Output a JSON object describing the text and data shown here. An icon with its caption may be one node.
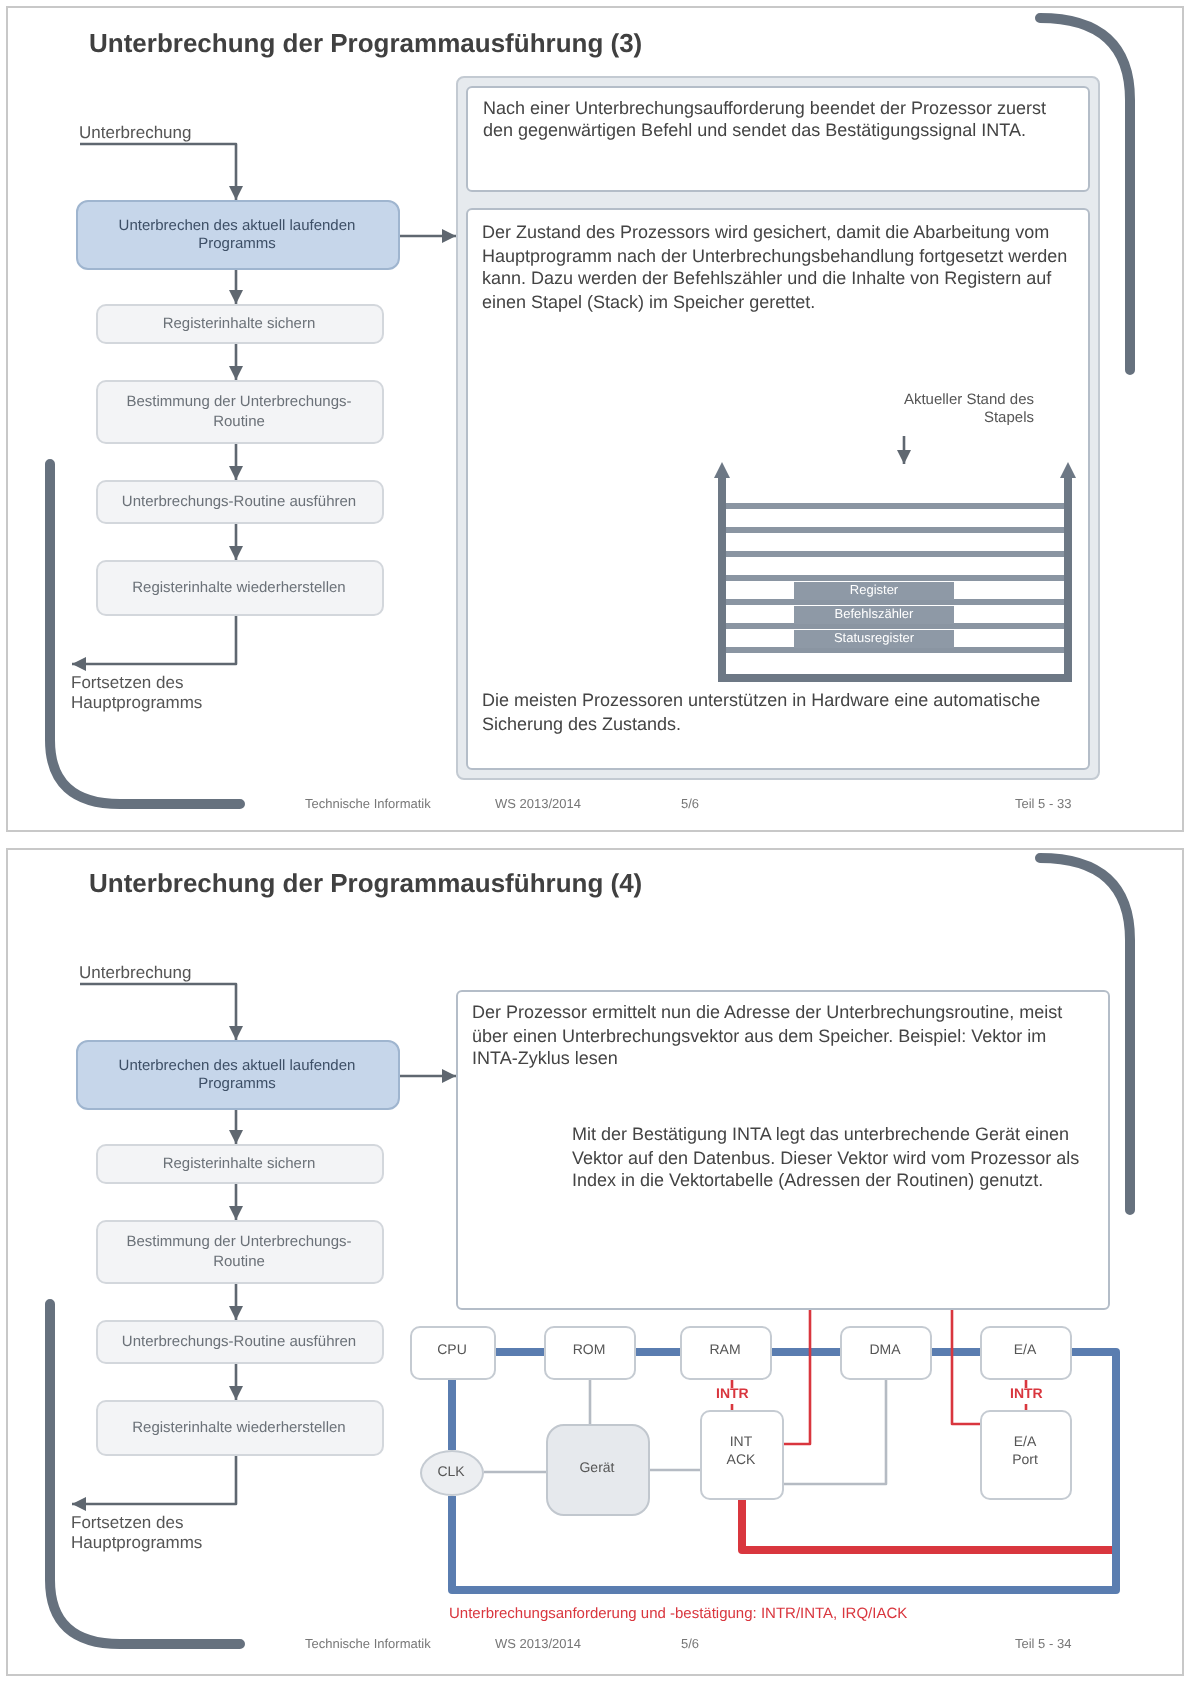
{
  "diagram": {
    "nodes": [
      {
        "text": [
          "Unterbrechung der Programmausführung (3)",
          "Technische Informatik",
          "WS 2013/2014",
          "5/6",
          "Teil 5 - 33"
        ]
      },
      {
        "text": [
          "Unterbrechung"
        ],
        "in": 0
      },
      {
        "text": [
          "Unterbrechen des aktuell laufenden Programms"
        ],
        "in": 0
      },
      {
        "text": [
          "Registerinhalte sichern"
        ],
        "in": 0
      },
      {
        "text": [
          "Bestimmung der Unterbrechungs-Routine"
        ],
        "in": 0
      },
      {
        "text": [
          "Unterbrechungs-Routine ausführen"
        ],
        "in": 0
      },
      {
        "text": [
          "Registerinhalte wiederherstellen"
        ],
        "in": 0
      },
      {
        "text": [
          "Fortsetzen des Hauptprogramms"
        ],
        "in": 0
      },
      {
        "text": [],
        "shape": "box",
        "in": 0
      },
      {
        "text": [
          "Nach einer Unterbrechungsaufforderung beendet der Prozessor zuerst den gegenwärtigen Befehl und sendet das Bestätigungssignal INTA."
        ],
        "in": 8
      },
      {
        "text": [
          "Der Zustand des Prozessors wird gesichert, damit die Abarbeitung vom Hauptprogramm nach der Unterbrechungsbehandlung fortgesetzt werden kann. Dazu werden der Befehlszähler und die Inhalte von Registern auf einen Stapel (Stack) im Speicher gerettet.",
          "Die meisten Prozessoren unterstützen in Hardware eine automatische Sicherung des Zustands."
        ],
        "in": 8
      },
      {
        "text": [
          "Aktueller Stand des Stapels"
        ],
        "in": 10
      },
      {
        "text": [
          "Register",
          "Befehlszähler",
          "Statusregister"
        ],
        "in": 10
      },
      {
        "text": [
          "Unterbrechung der Programmausführung (4)",
          "Unterbrechungsanforderung und -bestätigung: INTR/INTA, IRQ/IACK",
          "Technische Informatik",
          "WS 2013/2014",
          "5/6",
          "Teil 5 - 34"
        ]
      },
      {
        "text": [
          "Unterbrechung"
        ],
        "in": 13
      },
      {
        "text": [
          "Unterbrechen des aktuell laufenden Programms"
        ],
        "in": 13
      },
      {
        "text": [
          "Registerinhalte sichern"
        ],
        "in": 13
      },
      {
        "text": [
          "Bestimmung der Unterbrechungs-Routine"
        ],
        "in": 13
      },
      {
        "text": [
          "Unterbrechungs-Routine ausführen"
        ],
        "in": 13
      },
      {
        "text": [
          "Registerinhalte wiederherstellen"
        ],
        "in": 13
      },
      {
        "text": [
          "Fortsetzen des Hauptprogramms"
        ],
        "in": 13
      },
      {
        "text": [
          "Der Prozessor ermittelt nun die Adresse der Unterbrechungsroutine, meist über einen Unterbrechungsvektor aus dem Speicher. Beispiel: Vektor im INTA-Zyklus lesen",
          "Mit der Bestätigung INTA legt das unterbrechende Gerät einen Vektor auf den Datenbus. Dieser Vektor wird vom Prozessor als Index in die Vektortabelle (Adressen der Routinen) genutzt."
        ],
        "in": 13
      },
      {
        "text": [
          "CPU"
        ],
        "in": 13
      },
      {
        "text": [
          "ROM"
        ],
        "in": 13
      },
      {
        "text": [
          "RAM"
        ],
        "in": 13
      },
      {
        "text": [
          "DMA"
        ],
        "in": 13
      },
      {
        "text": [
          "E/A"
        ],
        "in": 13
      },
      {
        "text": [
          "CLK"
        ],
        "in": 13
      },
      {
        "text": [
          "Gerät"
        ],
        "in": 13
      },
      {
        "text": [
          "INT",
          "ACK"
        ],
        "in": 13
      },
      {
        "text": [
          "E/A",
          "Port"
        ],
        "in": 13
      }
    ],
    "edges": [
      {
        "from": 1,
        "to": 2,
        "arrow": "to"
      },
      {
        "from": 2,
        "to": 3,
        "arrow": "to"
      },
      {
        "from": 3,
        "to": 4,
        "arrow": "to"
      },
      {
        "from": 4,
        "to": 5,
        "arrow": "to"
      },
      {
        "from": 5,
        "to": 6,
        "arrow": "to"
      },
      {
        "from": 6,
        "to": 7,
        "arrow": "to"
      },
      {
        "from": 2,
        "to": 8,
        "arrow": "to"
      },
      {
        "from": 11,
        "to": 12,
        "arrow": "to"
      },
      {
        "from": 14,
        "to": 15,
        "arrow": "to"
      },
      {
        "from": 15,
        "to": 16,
        "arrow": "to"
      },
      {
        "from": 16,
        "to": 17,
        "arrow": "to"
      },
      {
        "from": 17,
        "to": 18,
        "arrow": "to"
      },
      {
        "from": 18,
        "to": 19,
        "arrow": "to"
      },
      {
        "from": 19,
        "to": 20,
        "arrow": "to"
      },
      {
        "from": 15,
        "to": 21,
        "arrow": "to"
      },
      {
        "from": 22,
        "to": 23,
        "arrow": "none",
        "style": "thick",
        "color": "#5a7db0"
      },
      {
        "from": 23,
        "to": 24,
        "arrow": "none",
        "style": "thick",
        "color": "#5a7db0"
      },
      {
        "from": 24,
        "to": 25,
        "arrow": "none",
        "style": "thick",
        "color": "#5a7db0"
      },
      {
        "from": 25,
        "to": 26,
        "arrow": "none",
        "style": "thick",
        "color": "#5a7db0"
      },
      {
        "from": 22,
        "to": 27,
        "arrow": "none",
        "style": "thick",
        "color": "#5a7db0"
      },
      {
        "from": 27,
        "to": 26,
        "arrow": "none",
        "style": "thick",
        "color": "#5a7db0"
      },
      {
        "from": 27,
        "to": 28,
        "arrow": "none",
        "color": "#b5bbc3"
      },
      {
        "from": 23,
        "to": 28,
        "arrow": "none",
        "color": "#b5bbc3"
      },
      {
        "from": 28,
        "to": 29,
        "arrow": "none",
        "color": "#b5bbc3"
      },
      {
        "from": 25,
        "to": 29,
        "arrow": "none",
        "color": "#b5bbc3"
      },
      {
        "from": 24,
        "to": 29,
        "arrow": "none",
        "label": "INTR",
        "color": "#d9363e"
      },
      {
        "from": 26,
        "to": 30,
        "arrow": "none",
        "label": "INTR",
        "color": "#d9363e"
      },
      {
        "from": 29,
        "to": null,
        "arrow": "none",
        "style": "thick",
        "color": "#d9363e"
      },
      {
        "from": 21,
        "to": 29,
        "arrow": "none",
        "color": "#d9363e"
      },
      {
        "from": 21,
        "to": 30,
        "arrow": "none",
        "color": "#d9363e"
      }
    ]
  }
}
